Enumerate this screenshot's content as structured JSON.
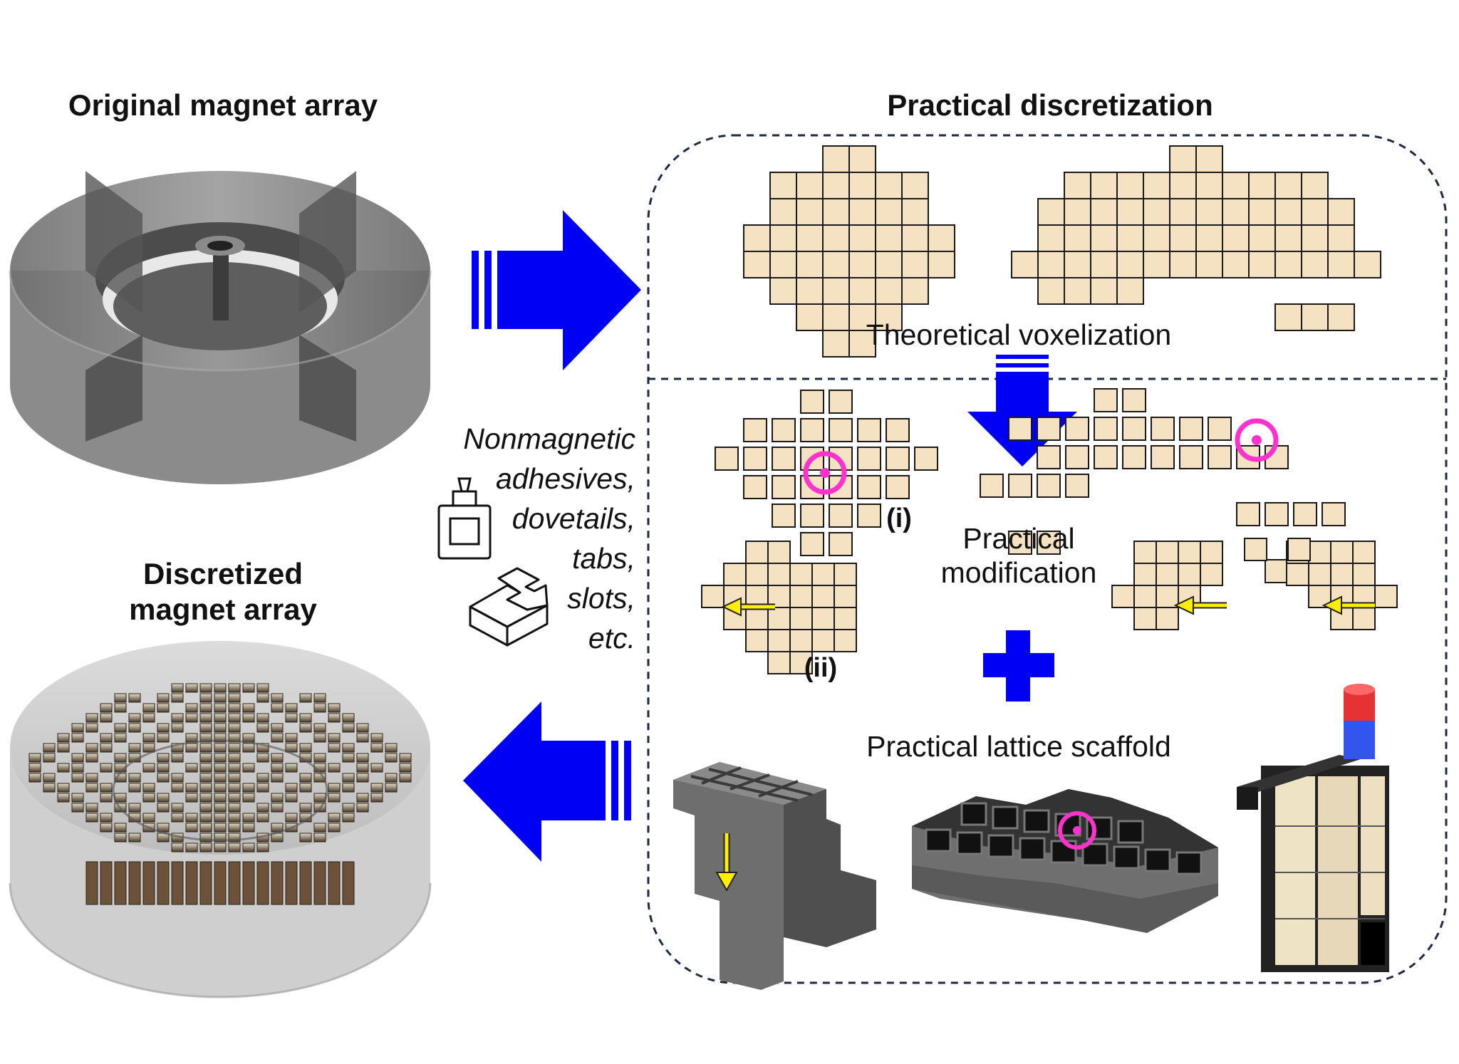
{
  "titles": {
    "original": "Original magnet array",
    "practical": "Practical discretization",
    "discretized_line1": "Discretized",
    "discretized_line2": "magnet array"
  },
  "stages": {
    "voxelization": "Theoretical voxelization",
    "modification_line1": "Practical",
    "modification_line2": "modification",
    "scaffold": "Practical lattice scaffold"
  },
  "markers": {
    "i": "(i)",
    "ii": "(ii)"
  },
  "joining_methods": [
    "Nonmagnetic",
    "adhesives,",
    "dovetails,",
    "tabs,",
    "slots,",
    "etc."
  ],
  "colors": {
    "arrow_blue": "#0000f5",
    "voxel_fill": "#f5e2c2",
    "voxel_stroke": "#1a1a1a",
    "highlight_magenta": "#ff33cc",
    "move_arrow_yellow": "#ffee00",
    "scaffold_gray": "#6e6e6e",
    "dashed_border": "#1c2a44",
    "magnet_red": "#e53333",
    "magnet_blue": "#3355ee"
  },
  "icons": [
    "glue-bottle-icon",
    "dovetail-joint-icon",
    "plus-icon"
  ]
}
